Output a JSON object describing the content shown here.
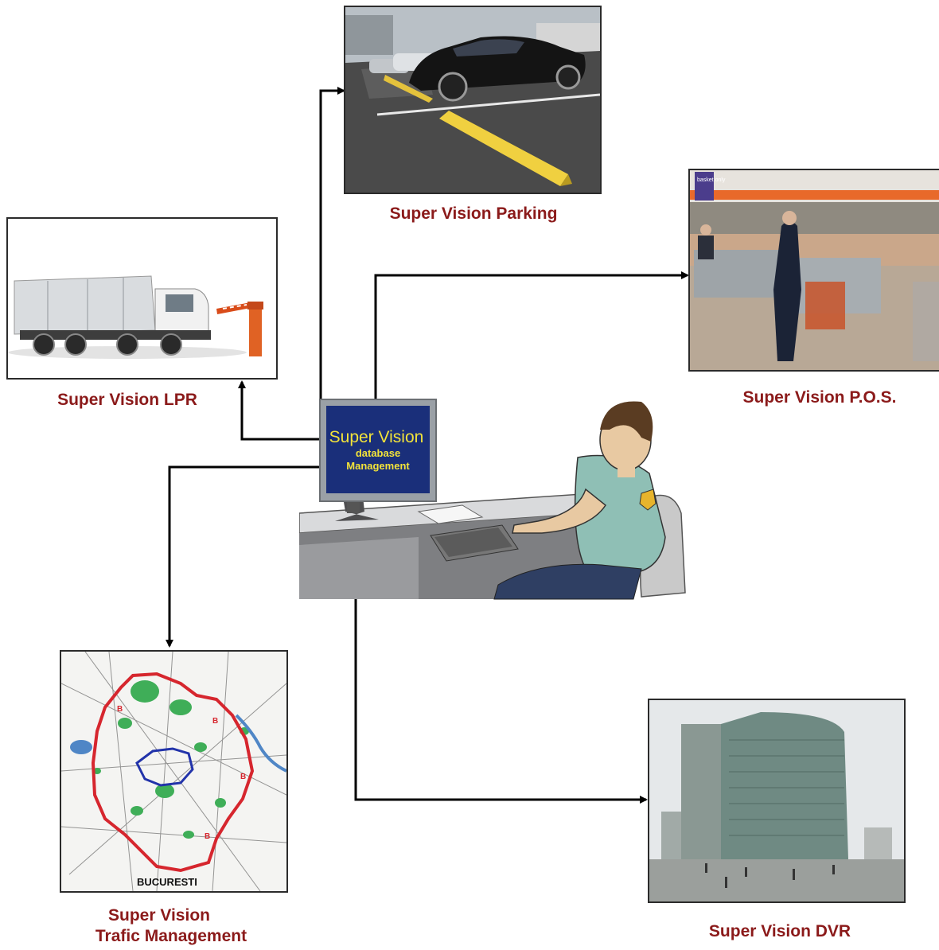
{
  "nodes": {
    "parking": {
      "label": "Super Vision Parking"
    },
    "pos": {
      "label": "Super Vision P.O.S.",
      "shop_sign": "basket only"
    },
    "lpr": {
      "label": "Super Vision LPR"
    },
    "traffic": {
      "label_line1": "Super Vision",
      "label_line2": "Trafic Management",
      "map_label": "BUCURESTI",
      "zone_marker": "B"
    },
    "dvr": {
      "label": "Super Vision DVR"
    }
  },
  "center": {
    "monitor_title": "Super Vision",
    "monitor_line2": "database",
    "monitor_line3": "Management"
  },
  "colors": {
    "caption": "#8b1a1a",
    "connector": "#000000",
    "monitor_bg": "#1a2f7a",
    "monitor_text": "#f2e33a"
  }
}
